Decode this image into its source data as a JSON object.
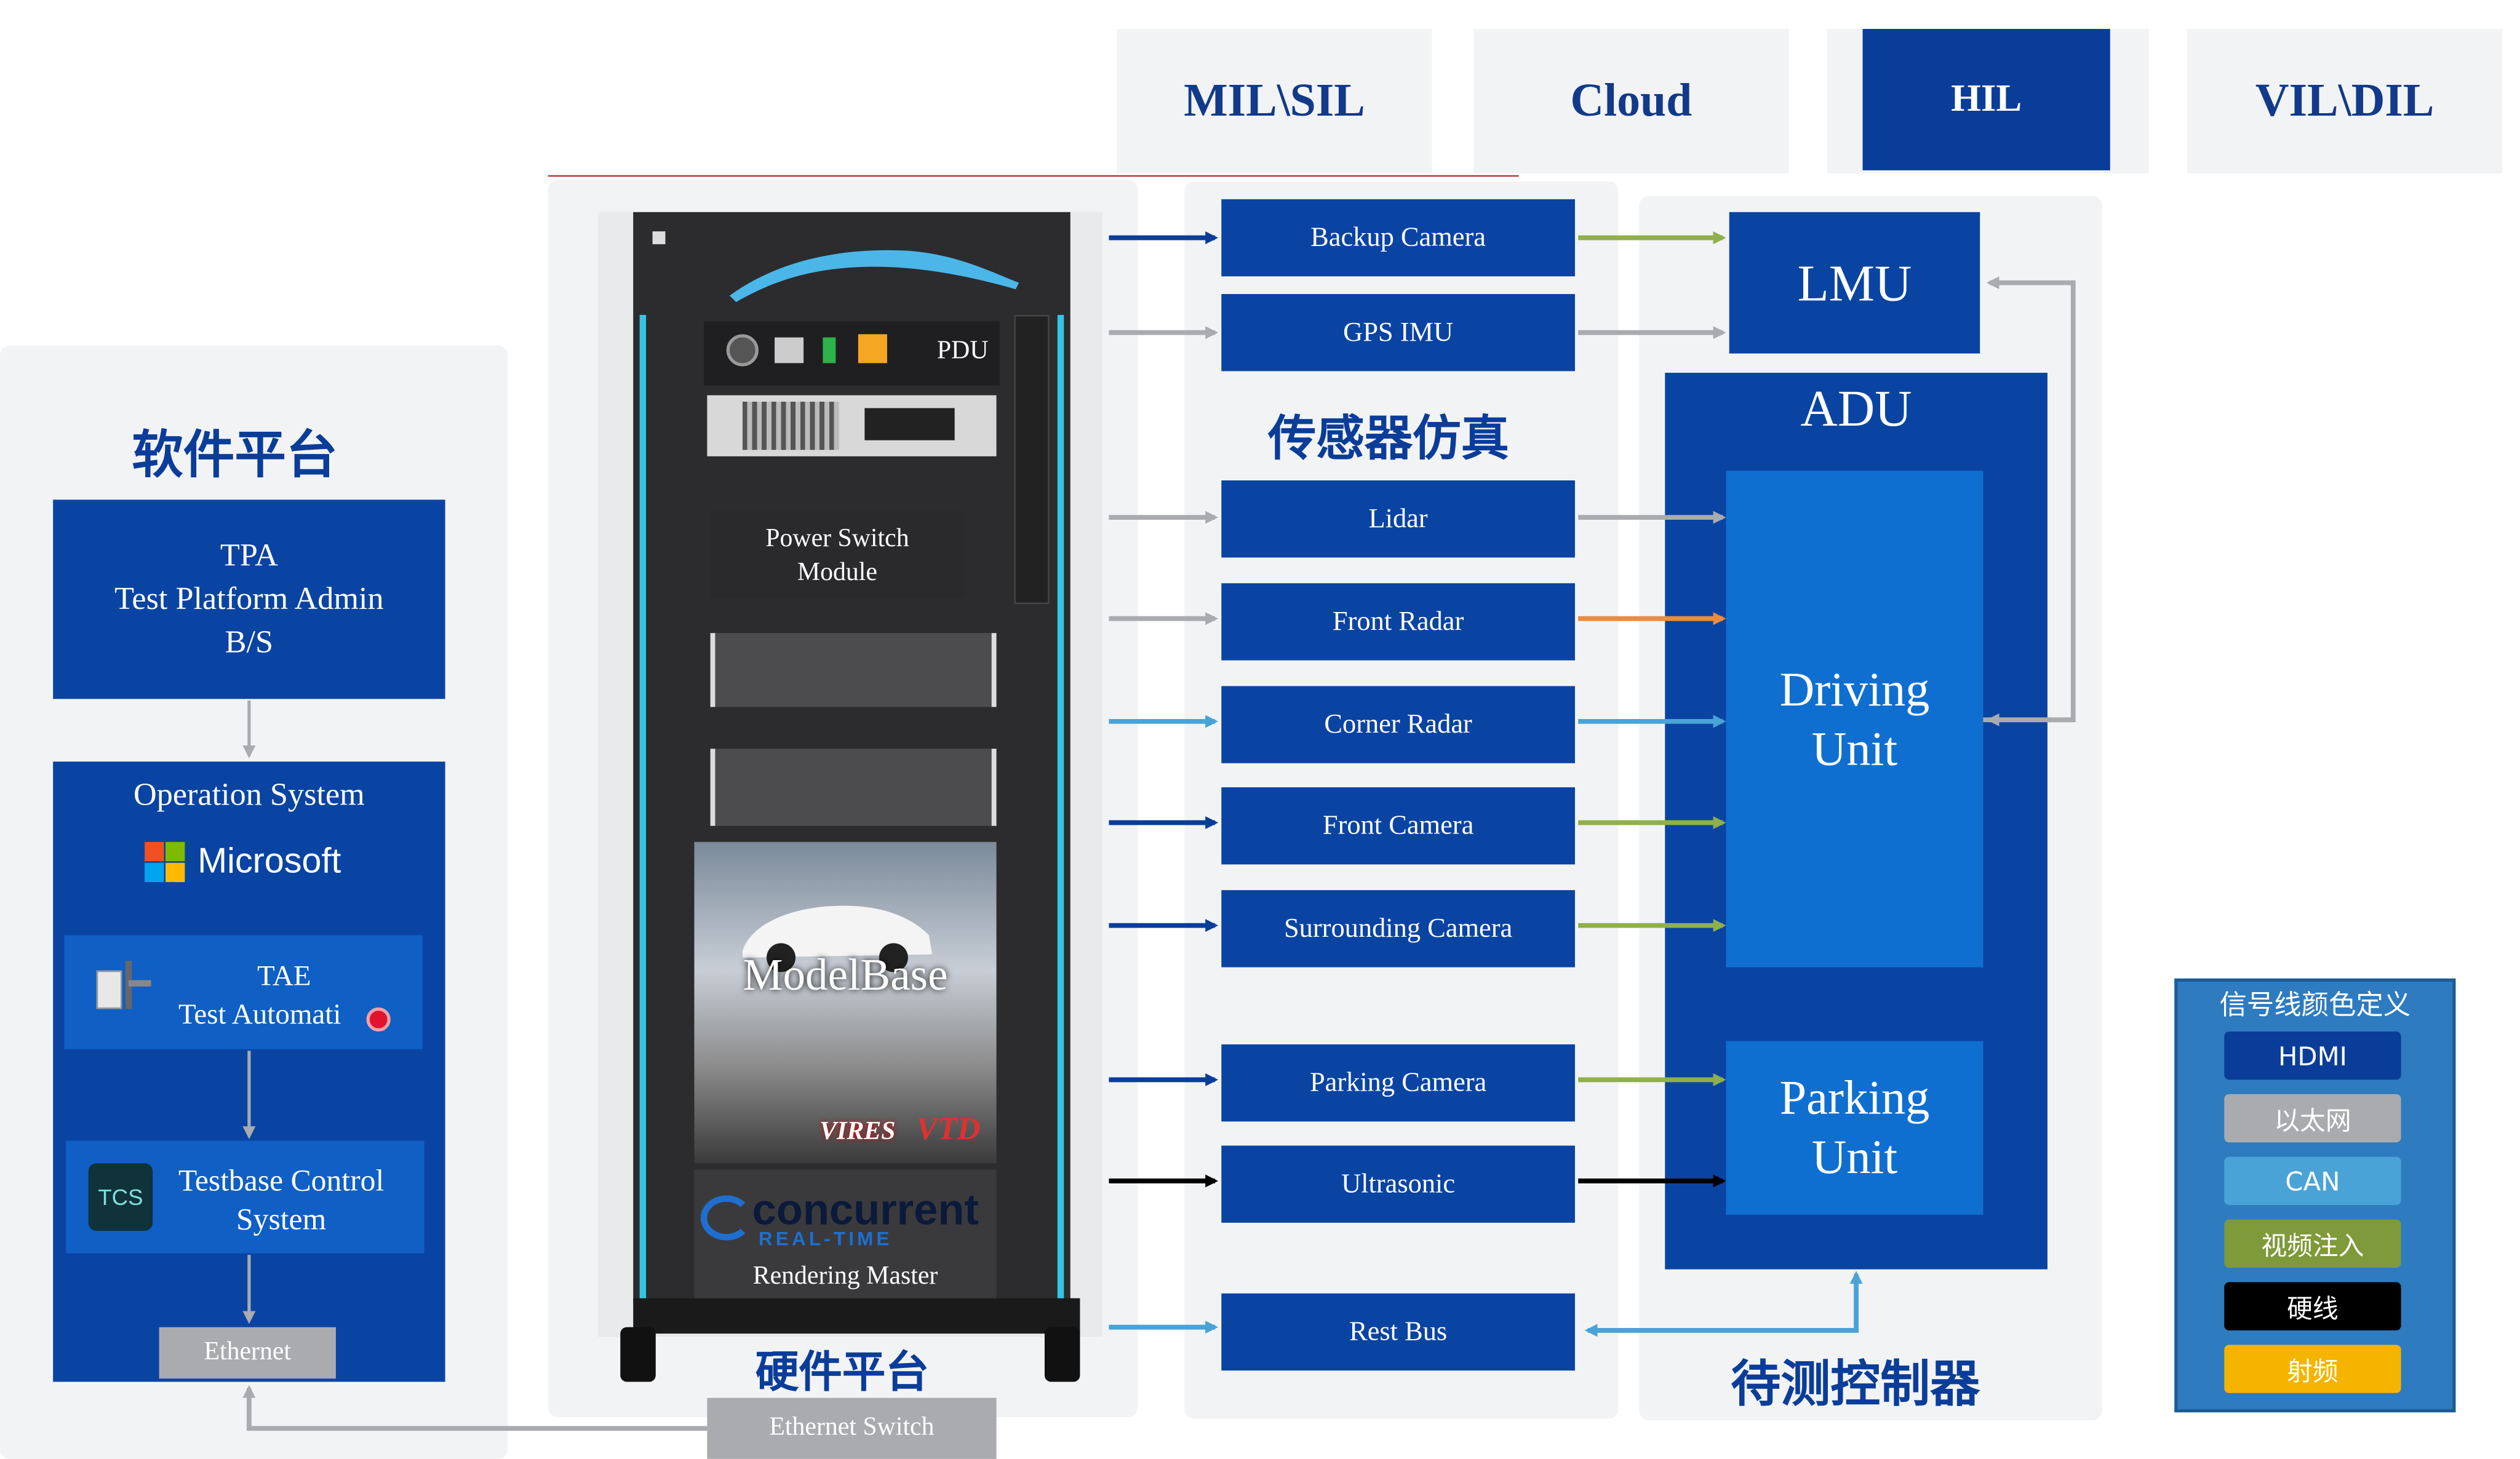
{
  "tabs": [
    {
      "label": "MIL\\SIL",
      "active": false
    },
    {
      "label": "Cloud",
      "active": false
    },
    {
      "label": "HIL",
      "active": true
    },
    {
      "label": "VIL\\DIL",
      "active": false
    }
  ],
  "software": {
    "title": "软件平台",
    "tpa_lines": [
      "TPA",
      "Test Platform Admin",
      "B/S"
    ],
    "os_label": "Operation System",
    "microsoft": "Microsoft",
    "tae_title": "TAE",
    "tae_sub": "Test Automati",
    "tcs_icon": "TCS",
    "tcs_lines": [
      "Testbase Control",
      "System"
    ],
    "ethernet": "Ethernet"
  },
  "hardware": {
    "title": "硬件平台",
    "pdu": "PDU",
    "power_switch": [
      "Power Switch",
      "Module"
    ],
    "modelbase": "ModelBase",
    "vires": "VIRES",
    "vtd": "VTD",
    "concurrent": "concurrent",
    "realtime": "REAL-TIME",
    "rendering": "Rendering Master",
    "ethernet_switch": "Ethernet Switch"
  },
  "sensors": {
    "title": "传感器仿真",
    "items": [
      {
        "label": "Backup Camera",
        "in": "#0a3d99",
        "out": "#8fb04a"
      },
      {
        "label": "GPS IMU",
        "in": "#a9abae",
        "out": "#a9abae"
      },
      {
        "label": "Lidar",
        "in": "#a9abae",
        "out": "#a9abae"
      },
      {
        "label": "Front Radar",
        "in": "#a9abae",
        "out": "#f08a3c"
      },
      {
        "label": "Corner Radar",
        "in": "#4aa3d6",
        "out": "#4aa3d6"
      },
      {
        "label": "Front Camera",
        "in": "#0a3d99",
        "out": "#8fb04a"
      },
      {
        "label": "Surrounding Camera",
        "in": "#0a3d99",
        "out": "#8fb04a"
      },
      {
        "label": "Parking Camera",
        "in": "#0a3d99",
        "out": "#8fb04a"
      },
      {
        "label": "Ultrasonic",
        "in": "#000000",
        "out": "#000000"
      },
      {
        "label": "Rest Bus",
        "in": "#4aa3d6",
        "out": "#4aa3d6"
      }
    ]
  },
  "controller": {
    "title": "待测控制器",
    "lmu": "LMU",
    "adu": "ADU",
    "driving": [
      "Driving",
      "Unit"
    ],
    "parking": [
      "Parking",
      "Unit"
    ]
  },
  "legend": {
    "title": "信号线颜色定义",
    "items": [
      {
        "label": "HDMI",
        "color": "#0a3d99"
      },
      {
        "label": "以太网",
        "color": "#a9abae"
      },
      {
        "label": "CAN",
        "color": "#4aa3d6"
      },
      {
        "label": "视频注入",
        "color": "#7e9a3a"
      },
      {
        "label": "硬线",
        "color": "#000000"
      },
      {
        "label": "射频",
        "color": "#f5b400"
      }
    ]
  },
  "colors": {
    "primary": "#0a44a3",
    "dark_primary": "#0a3d99",
    "light_blue_unit": "#0f6fd0",
    "panel_bg": "#f2f3f5",
    "ethernet_gray": "#a9abae"
  }
}
